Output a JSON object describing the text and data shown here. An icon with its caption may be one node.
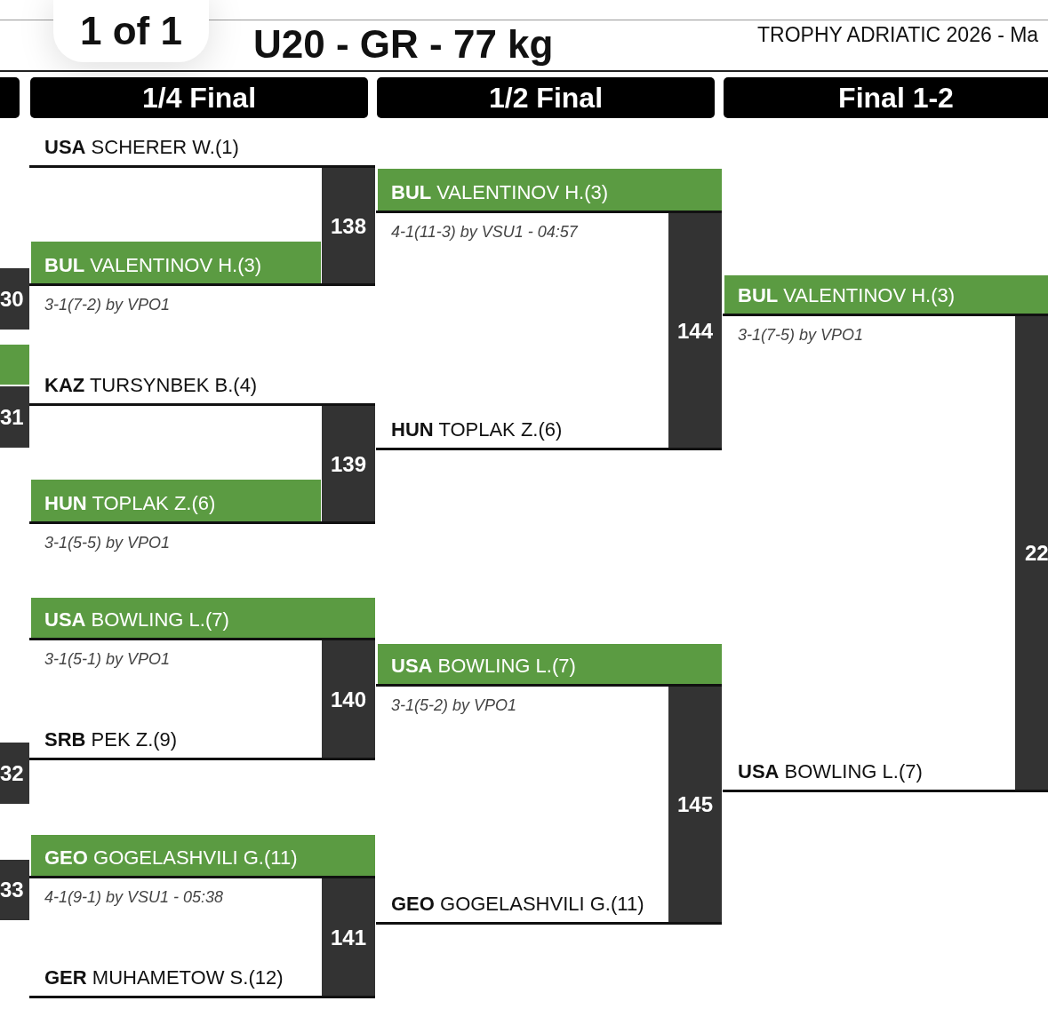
{
  "diagram": {
    "title": "U20 - GR - 77 kg",
    "nodes": [
      {
        "text": [],
        "shape": "bar"
      },
      {
        "text": [
          "1/4 Final"
        ]
      },
      {
        "text": [
          "1/2 Final"
        ]
      },
      {
        "text": [
          "Final 1-2"
        ]
      },
      {
        "text": [
          "30"
        ]
      },
      {
        "text": [],
        "shape": "bar"
      },
      {
        "text": [
          "31"
        ]
      },
      {
        "text": [
          "32"
        ]
      },
      {
        "text": [
          "33"
        ]
      },
      {
        "text": [
          "**USA** SCHERER W.(1)"
        ]
      },
      {
        "text": [
          "138"
        ]
      },
      {
        "text": [
          "**BUL** VALENTINOV H.(3)"
        ],
        "beside": [
          "3-1(7-2) by VPO1"
        ]
      },
      {
        "text": [
          "**KAZ** TURSYNBEK B.(4)"
        ]
      },
      {
        "text": [
          "139"
        ]
      },
      {
        "text": [
          "**HUN** TOPLAK Z.(6)"
        ],
        "beside": [
          "3-1(5-5) by VPO1"
        ]
      },
      {
        "text": [
          "**USA** BOWLING L.(7)"
        ],
        "beside": [
          "3-1(5-1) by VPO1"
        ]
      },
      {
        "text": [
          "140"
        ]
      },
      {
        "text": [
          "**SRB** PEK Z.(9)"
        ]
      },
      {
        "text": [
          "**GEO** GOGELASHVILI G.(11)"
        ],
        "beside": [
          "4-1(9-1) by VSU1 - 05:38"
        ]
      },
      {
        "text": [
          "141"
        ]
      },
      {
        "text": [
          "**GER** MUHAMETOW S.(12)"
        ]
      },
      {
        "text": [
          "**BUL** VALENTINOV H.(3)"
        ],
        "beside": [
          "4-1(11-3) by VSU1 - 04:57"
        ]
      },
      {
        "text": [
          "144"
        ]
      },
      {
        "text": [
          "**HUN** TOPLAK Z.(6)"
        ]
      },
      {
        "text": [
          "**USA** BOWLING L.(7)"
        ],
        "beside": [
          "3-1(5-2) by VPO1"
        ]
      },
      {
        "text": [
          "145"
        ]
      },
      {
        "text": [
          "**GEO** GOGELASHVILI G.(11)"
        ]
      },
      {
        "text": [
          "**BUL** VALENTINOV H.(3)"
        ],
        "beside": [
          "3-1(7-5) by VPO1"
        ]
      },
      {
        "text": [
          "22"
        ]
      },
      {
        "text": [
          "**USA** BOWLING L.(7)"
        ]
      }
    ],
    "labels": [
      "1 of 1",
      "TROPHY ADRIATIC 2026 - Ma"
    ]
  }
}
